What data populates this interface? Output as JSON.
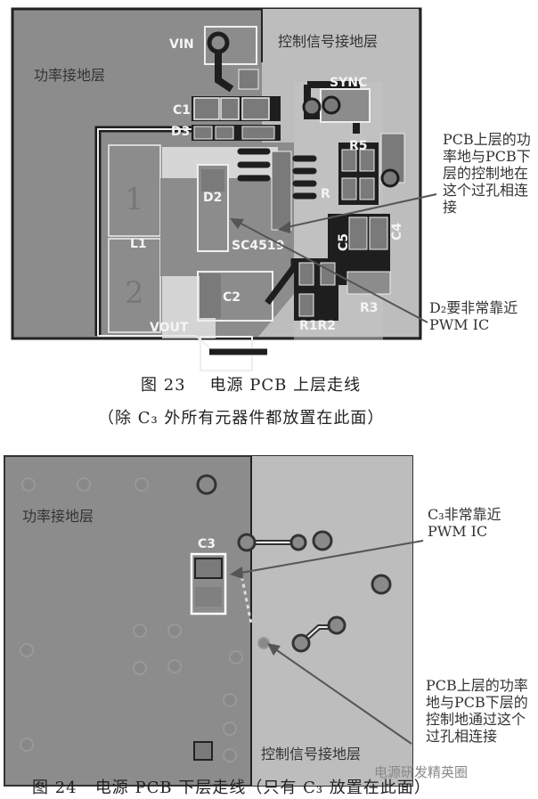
{
  "figure23": {
    "regions": {
      "power_ground": "功率接地层",
      "control_ground": "控制信号接地层"
    },
    "labels": {
      "vin": "VIN",
      "vout": "VOUT",
      "c1": "C1",
      "d3": "D3",
      "d2": "D2",
      "l1": "L1",
      "c2": "C2",
      "ic": "SC4519",
      "sync": "SYNC",
      "r3": "R3",
      "c4": "C4",
      "c5": "C5",
      "r1r2": "R1R2",
      "r5": "R5",
      "r4": "R",
      "pin1": "1",
      "pin2": "2"
    },
    "annotations": {
      "via_note": "PCB上层的功率地与PCB下层的控制地在这个过孔相连接",
      "d2_note": "D₂要非常靠近PWM IC"
    },
    "caption": {
      "number": "图 23",
      "title": "电源 PCB 上层走线",
      "subtitle": "（除 C₃ 外所有元器件都放置在此面）"
    }
  },
  "figure24": {
    "regions": {
      "power_ground": "功率接地层",
      "control_ground": "控制信号接地层"
    },
    "labels": {
      "c3": "C3"
    },
    "annotations": {
      "c3_note": "C₃非常靠近PWM IC",
      "via_note": "PCB上层的功率地与PCB下层的控制地通过这个过孔相连接"
    },
    "caption": {
      "number": "图 24",
      "title": "电源 PCB 下层走线（只有 C₃ 放置在此面）"
    }
  },
  "watermark": "电源研发精英圈",
  "colors": {
    "board_dark": "#8c8c8c",
    "board_light": "#bdbdbd",
    "trace": "#1e1e1e",
    "silk": "#f2f2f2",
    "pad": "#7a7a7a"
  }
}
